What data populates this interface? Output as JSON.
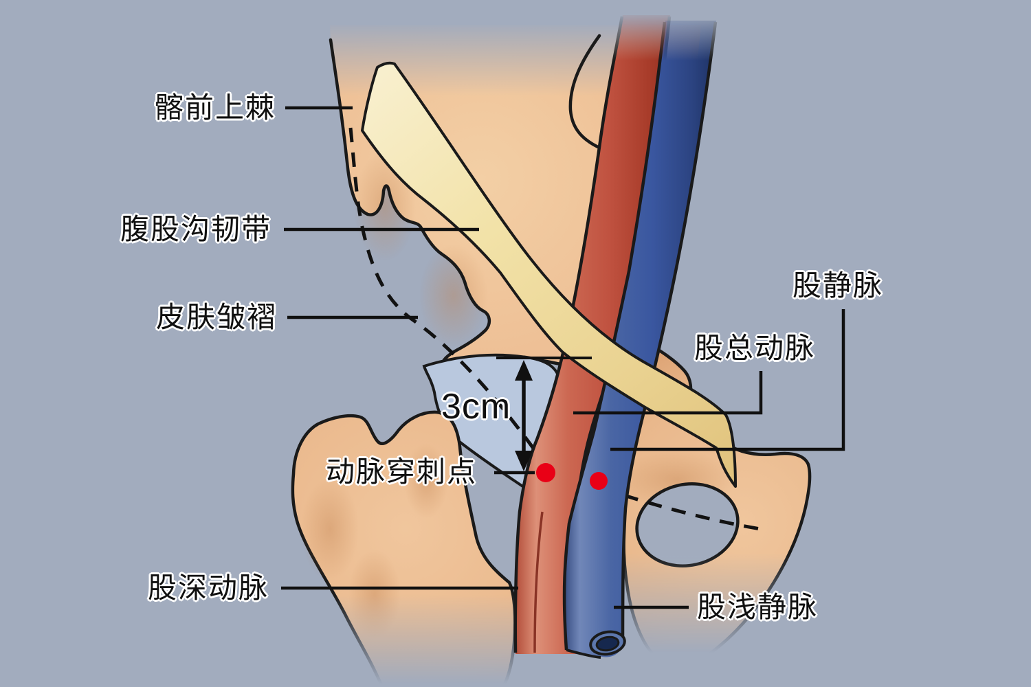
{
  "figure": {
    "title_hint": "femoral artery puncture site anatomy diagram",
    "measurement": {
      "value": "3cm"
    },
    "labels": {
      "asis": "髂前上棘",
      "inguinal_ligament": "腹股沟韧带",
      "skin_crease": "皮肤皱褶",
      "artery_puncture_point": "动脉穿刺点",
      "deep_femoral_artery": "股深动脉",
      "femoral_vein": "股静脉",
      "common_femoral_artery": "股总动脉",
      "superficial_femoral_vein": "股浅静脉"
    },
    "markers": {
      "artery_puncture_dot_color": "#e90016",
      "vein_puncture_dot_color": "#e90016"
    },
    "colors": {
      "background": "#a2acbe",
      "bone": "#edbd93",
      "ligament": "#f2e2a8",
      "artery": "#c65744",
      "vein": "#3c5ca2",
      "femoral_triangle_region": "#b9c8de",
      "annotation_line": "#101010",
      "label_text": "#101010"
    }
  }
}
